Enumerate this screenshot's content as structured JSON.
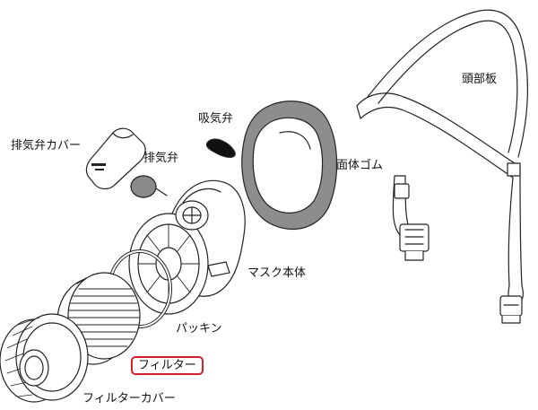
{
  "labels": {
    "head_plate": "頭部板",
    "intake_valve": "吸気弁",
    "exhaust_valve_cover": "排気弁カバー",
    "exhaust_valve": "排気弁",
    "face_rubber": "面体ゴム",
    "mask_body": "マスク本体",
    "packing": "パッキン",
    "filter": "フィルター",
    "filter_cover": "フィルターカバー"
  },
  "colors": {
    "highlight_border": "#d21f2b",
    "line": "#222222",
    "face_rubber_fill": "#8d8d8d",
    "valve_fill": "#8a8a8a"
  }
}
